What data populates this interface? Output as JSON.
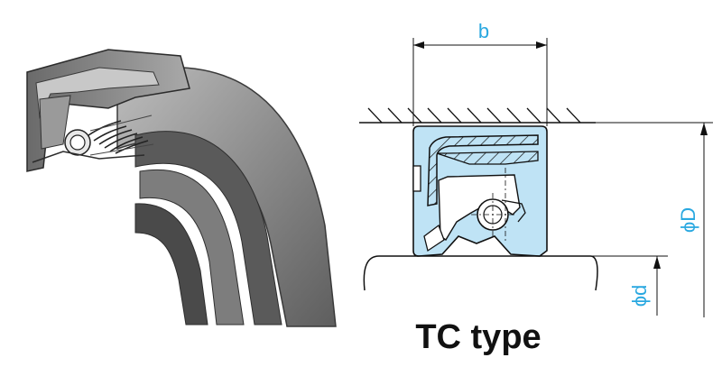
{
  "illustration": {
    "subject": "oil-seal-cutaway-illustration"
  },
  "drawing": {
    "dimension_labels": {
      "width": "b",
      "outer_diameter": "ϕD",
      "inner_diameter": "ϕd"
    },
    "colors": {
      "seal_fill": "#bfe3f5",
      "dimension_text": "#29a8e0",
      "line": "#111111"
    }
  },
  "caption": {
    "text": "TC type"
  }
}
